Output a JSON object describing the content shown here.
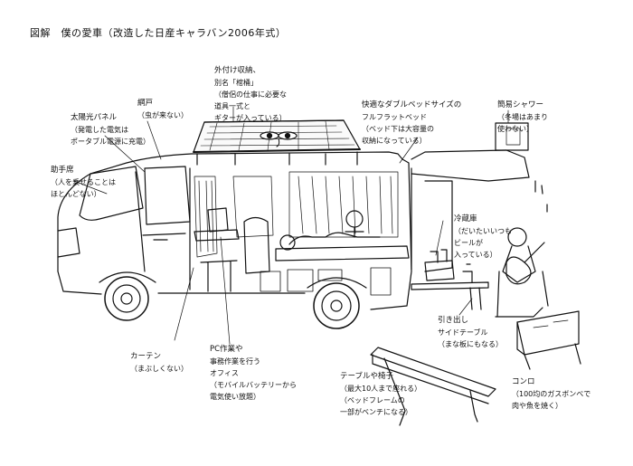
{
  "title": "図解　僕の愛車（改造した日産キャラバン2006年式）",
  "callouts": {
    "roof": {
      "heading": "外付け収納、",
      "lines": [
        "別名「棺桶」",
        "（僧侶の仕事に必要な",
        "道具一式と",
        "ギターが入っている）"
      ]
    },
    "screen": {
      "heading": "網戸",
      "lines": [
        "（虫が来ない）"
      ]
    },
    "solar": {
      "heading": "太陽光パネル",
      "lines": [
        "（発電した電気は",
        "ポータブル電源に充電）"
      ]
    },
    "passenger": {
      "heading": "助手席",
      "lines": [
        "（人を乗せることは",
        "ほとんどない）"
      ]
    },
    "bed": {
      "heading": "快適なダブルベッドサイズの",
      "lines": [
        "フルフラットベッド",
        "（ベッド下は大容量の",
        "収納になっている）"
      ]
    },
    "shower": {
      "heading": "簡易シャワー",
      "lines": [
        "（冬場はあまり",
        "使わない）"
      ]
    },
    "fridge": {
      "heading": "冷蔵庫",
      "lines": [
        "（だいたいいつも",
        "ビールが",
        "入っている）"
      ]
    },
    "table": {
      "heading": "引き出し",
      "lines": [
        "サイドテーブル",
        "（まな板にもなる）"
      ]
    },
    "curtain": {
      "heading": "カーテン",
      "lines": [
        "（まぶしくない）"
      ]
    },
    "office": {
      "heading": "PC作業や",
      "lines": [
        "事務作業を行う",
        "オフィス",
        "（モバイルバッテリーから",
        "電気使い放題）"
      ]
    },
    "bench": {
      "heading": "テーブルや椅子",
      "lines": [
        "（最大10人まで座れる）",
        "（ベッドフレームの",
        "一部がベンチになる）"
      ]
    },
    "stove": {
      "heading": "コンロ",
      "lines": [
        "（100均のガスボンベで",
        "肉や魚を焼く）"
      ]
    }
  }
}
